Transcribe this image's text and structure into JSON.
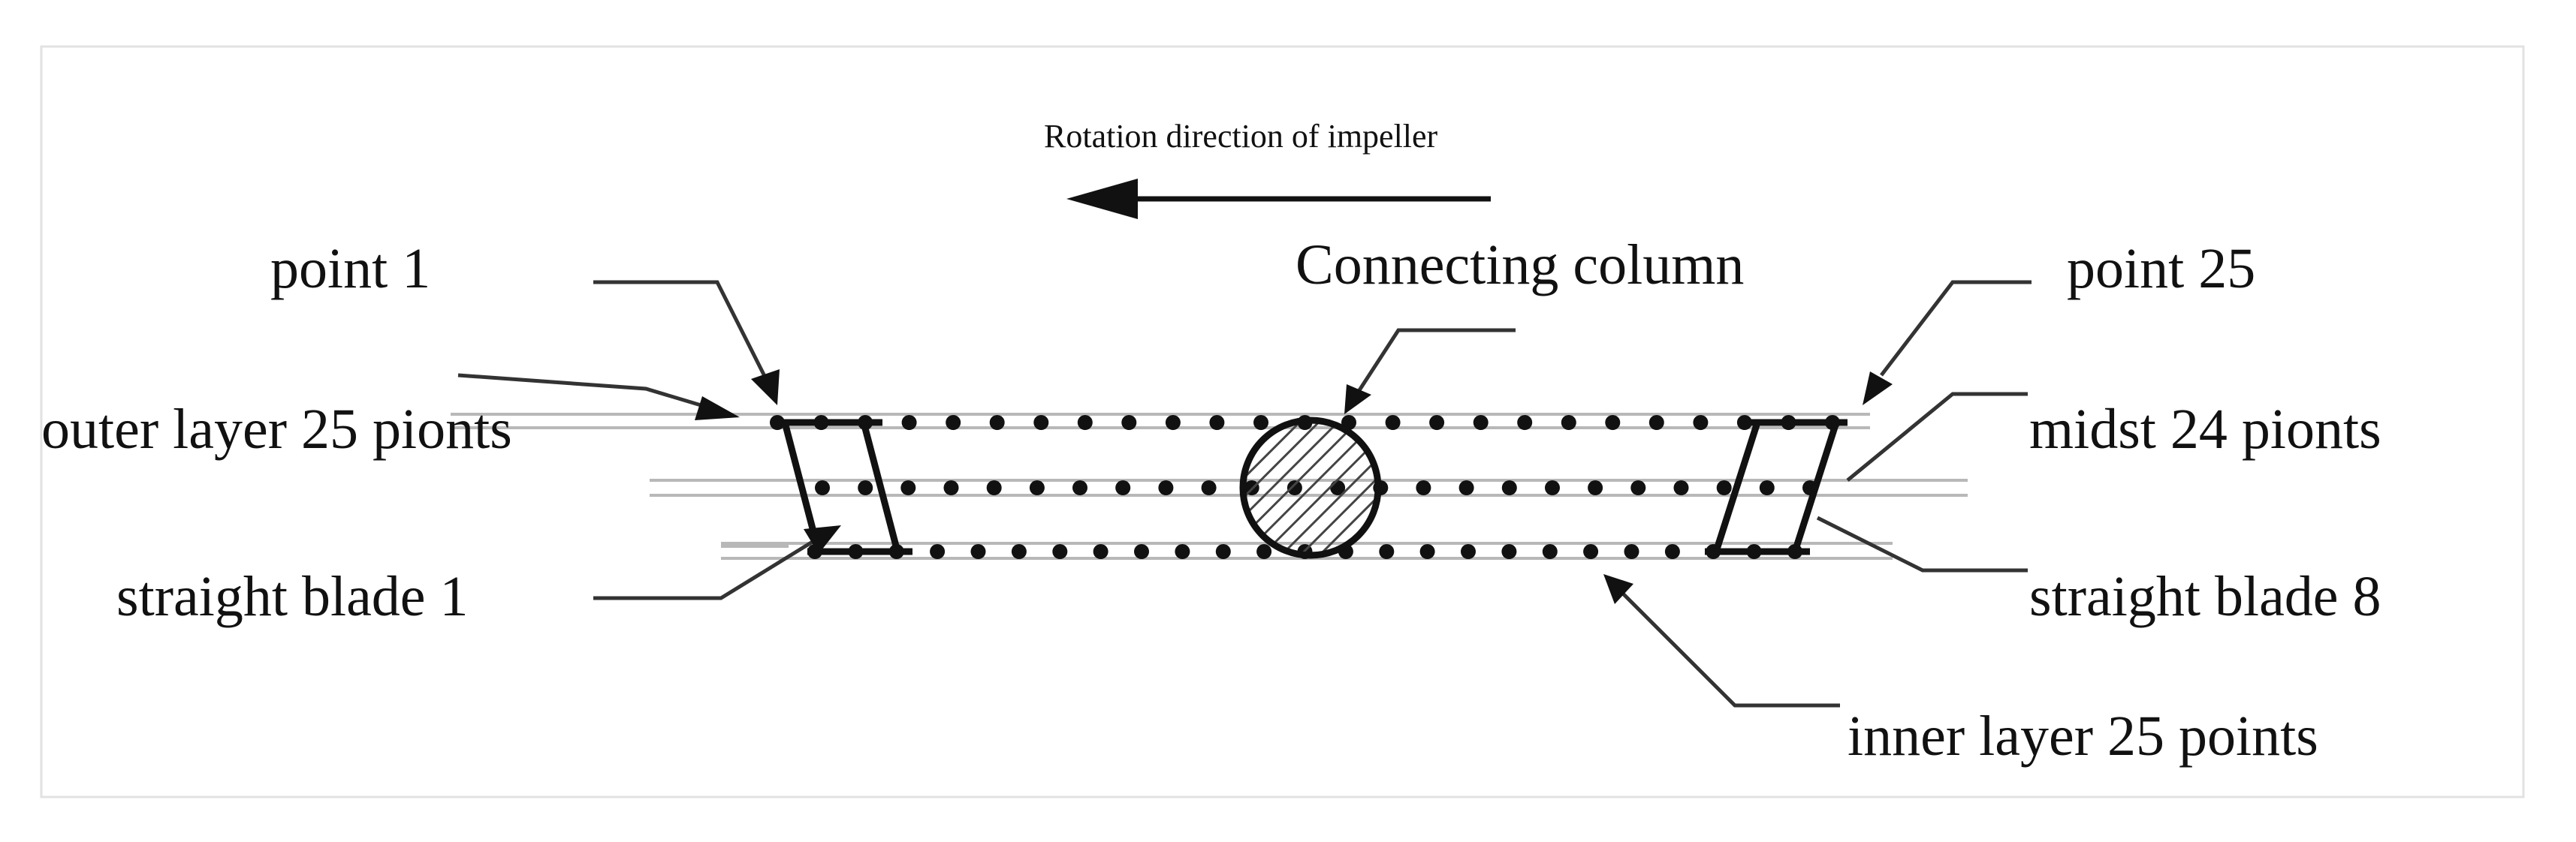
{
  "title": "Rotation direction of impeller",
  "labels": {
    "point_1": "point  1",
    "point_25": "point 25",
    "connecting_column": "Connecting column",
    "outer_layer": "outer layer  25 pionts",
    "midst_layer": "midst 24 pionts",
    "straight_blade_1": "straight blade 1",
    "straight_blade_8": "straight blade 8",
    "inner_layer": "inner layer  25  points"
  },
  "layers": [
    {
      "name": "outer layer",
      "points": 25
    },
    {
      "name": "midst",
      "points": 24
    },
    {
      "name": "inner layer",
      "points": 25
    }
  ],
  "colors": {
    "ink": "#111111",
    "guide": "#b8b8b8",
    "hatch": "#444444",
    "frame": "#cfcfcf"
  }
}
